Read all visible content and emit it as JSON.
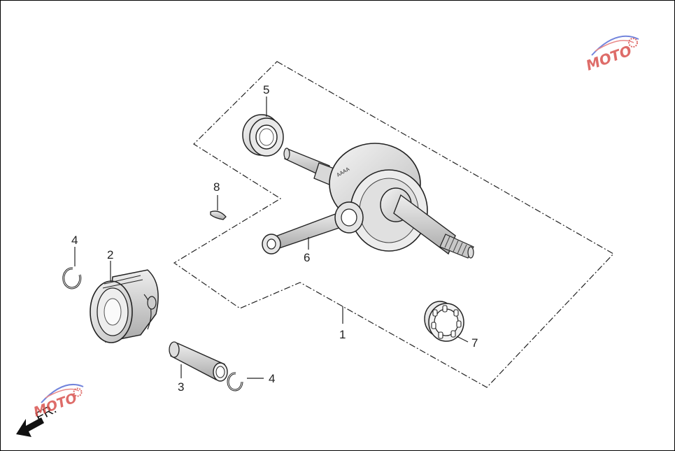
{
  "diagram": {
    "callouts": [
      {
        "id": "callout-1",
        "label": "1"
      },
      {
        "id": "callout-2",
        "label": "2"
      },
      {
        "id": "callout-3",
        "label": "3"
      },
      {
        "id": "callout-4a",
        "label": "4"
      },
      {
        "id": "callout-4b",
        "label": "4"
      },
      {
        "id": "callout-5",
        "label": "5"
      },
      {
        "id": "callout-6",
        "label": "6"
      },
      {
        "id": "callout-7",
        "label": "7"
      },
      {
        "id": "callout-8",
        "label": "8"
      }
    ],
    "direction_label": "FR.",
    "watermark": "MOTO",
    "colors": {
      "line": "#222222",
      "watermark_red": "#d9534f",
      "watermark_blue": "#5a6fd6"
    }
  }
}
